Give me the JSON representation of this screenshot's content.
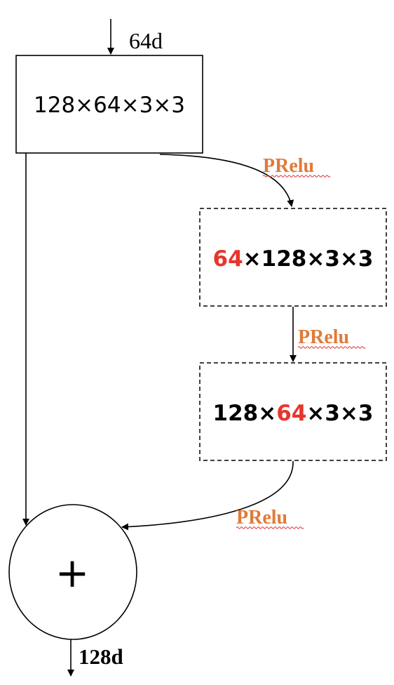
{
  "input_dim": "64d",
  "output_dim": "128d",
  "box1": {
    "label": "128×64×3×3"
  },
  "box2": {
    "highlight": "64",
    "rest": "×128×3×3"
  },
  "box3": {
    "prefix": "128×",
    "highlight": "64",
    "suffix": "×3×3"
  },
  "activations": [
    "PRelu",
    "PRelu",
    "PRelu"
  ],
  "sum_symbol": "+",
  "colors": {
    "highlight": "#e8352b",
    "activation": "#e07b39",
    "spellcheck_underline": "#e03030",
    "stroke": "#000000"
  }
}
